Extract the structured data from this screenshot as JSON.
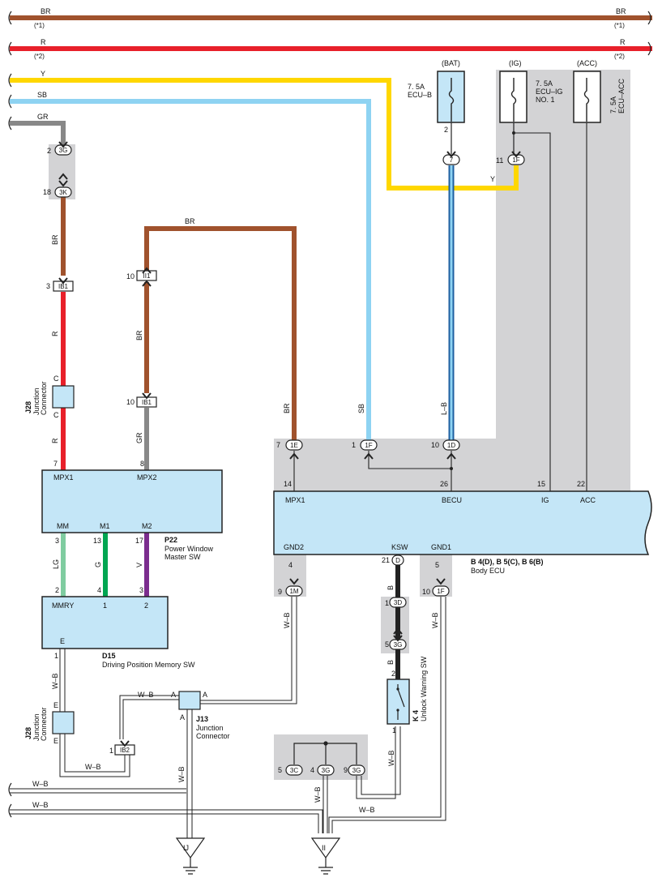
{
  "wires": {
    "br_top": "BR",
    "r_top": "R",
    "y_top": "Y",
    "sb_top": "SB",
    "gr_top": "GR",
    "note1": "(*1)",
    "note2": "(*2)",
    "br": "BR",
    "r": "R",
    "gr": "GR",
    "sb": "SB",
    "lb": "L–B",
    "y": "Y",
    "lg": "LG",
    "g": "G",
    "v": "V",
    "wb": "W–B",
    "b": "B"
  },
  "fuses": {
    "bat": {
      "tag": "(BAT)",
      "line1": "7. 5A",
      "line2": "ECU–B",
      "pin": "2"
    },
    "ig": {
      "tag": "(IG)",
      "line1": "7. 5A",
      "line2": "ECU–IG",
      "line3": "NO. 1"
    },
    "acc": {
      "tag": "(ACC)",
      "line1": "7. 5A",
      "line2": "ECU–ACC"
    }
  },
  "connectors": {
    "c3g": "3G",
    "c3k": "3K",
    "ib1": "IB1",
    "ii1": "II1",
    "c7": "7",
    "c1f": "1F",
    "c1e": "1E",
    "c1d": "1D",
    "c1m": "1M",
    "cd": "D",
    "c3d": "3D",
    "ib2": "IB2",
    "c3c": "3C",
    "ec": "C",
    "ee": "E",
    "ea": "A"
  },
  "pins": {
    "p2": "2",
    "p18": "18",
    "p3": "3",
    "p10": "10",
    "p7": "7",
    "p8": "8",
    "p11": "11",
    "p1": "1",
    "p14": "14",
    "p26": "26",
    "p15": "15",
    "p22": "22",
    "p13": "13",
    "p17": "17",
    "p4": "4",
    "p9": "9",
    "p21": "21",
    "p5": "5"
  },
  "components": {
    "p22": {
      "ref": "P22",
      "name1": "Power Window",
      "name2": "Master SW",
      "mpx1": "MPX1",
      "mpx2": "MPX2",
      "mm": "MM",
      "m1": "M1",
      "m2": "M2"
    },
    "d15": {
      "ref": "D15",
      "name": "Driving Position Memory SW",
      "mmry": "MMRY",
      "t1": "1",
      "t2": "2",
      "e": "E"
    },
    "ecu": {
      "ref": "B 4(D), B 5(C), B 6(B)",
      "name": "Body ECU",
      "mpx1": "MPX1",
      "becu": "BECU",
      "ig": "IG",
      "acc": "ACC",
      "gnd2": "GND2",
      "ksw": "KSW",
      "gnd1": "GND1"
    },
    "j28": {
      "ref": "J28",
      "name1": "Junction",
      "name2": "Connector"
    },
    "j13": {
      "ref": "J13",
      "name1": "Junction",
      "name2": "Connector"
    },
    "k4": {
      "ref": "K 4",
      "name": "Unlock Warning SW"
    }
  },
  "grounds": {
    "ij": "IJ",
    "ii": "II"
  },
  "colors": {
    "brown": "#a0522d",
    "red": "#e8202a",
    "yellow": "#ffd700",
    "skyblue": "#8ed3f2",
    "gray": "#888888",
    "lightgreen": "#7fcca0",
    "green": "#00a651",
    "violet": "#7b2d8e",
    "black": "#222222",
    "component": "#c4e6f7",
    "shade": "#d3d3d5",
    "darkblue": "#1f5fa0"
  }
}
